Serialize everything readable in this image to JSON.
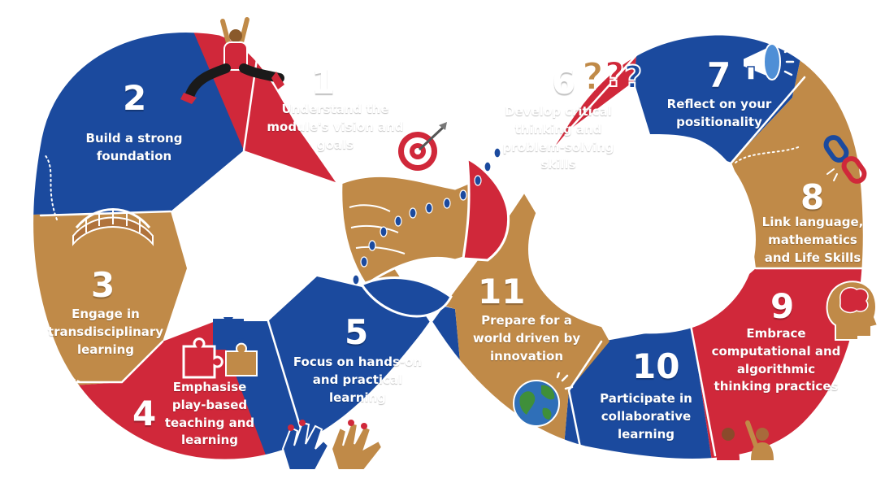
{
  "colors": {
    "red": "#d0283a",
    "blue": "#1b4a9e",
    "tan": "#c08a48",
    "white": "#ffffff"
  },
  "steps": [
    {
      "number": "1",
      "label": "Understand the\nmodule's vision and\ngoals",
      "color": "red",
      "icon": "target-icon"
    },
    {
      "number": "2",
      "label": "Build a strong\nfoundation",
      "color": "blue",
      "icon": "jumping-person-icon"
    },
    {
      "number": "3",
      "label": "Engage in\ntransdisciplinary\nlearning",
      "color": "tan",
      "icon": "bridge-icon"
    },
    {
      "number": "4",
      "label": "Emphasise\nplay-based\nteaching and\nlearning",
      "color": "red",
      "icon": "puzzle-icon"
    },
    {
      "number": "5",
      "label": "Focus on hands-on\nand practical\nlearning",
      "color": "blue",
      "icon": "painted-hands-icon"
    },
    {
      "number": "6",
      "label": "Develop critical\nthinking and\nproblem-solving\nskills",
      "color": "red",
      "icon": "question-marks-icon"
    },
    {
      "number": "7",
      "label": "Reflect on your\npositionality",
      "color": "blue",
      "icon": "megaphone-icon"
    },
    {
      "number": "8",
      "label": "Link language,\nmathematics\nand Life Skills",
      "color": "tan",
      "icon": "chain-link-icon"
    },
    {
      "number": "9",
      "label": "Embrace\ncomputational and\nalgorithmic\nthinking practices",
      "color": "red",
      "icon": "brain-head-icon"
    },
    {
      "number": "10",
      "label": "Participate in\ncollaborative\nlearning",
      "color": "blue",
      "icon": "high-five-icon"
    },
    {
      "number": "11",
      "label": "Prepare for a\nworld driven by\ninnovation",
      "color": "tan",
      "icon": "globe-icon"
    }
  ]
}
